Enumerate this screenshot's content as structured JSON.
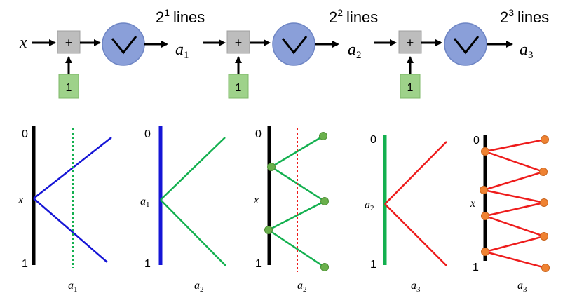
{
  "pipeline": {
    "input_label": "x",
    "stages": [
      {
        "plus": "+",
        "bias": "1",
        "output_var": "a",
        "output_sub": "1",
        "lines_base": "2",
        "lines_exp": "1",
        "lines_word": "lines"
      },
      {
        "plus": "+",
        "bias": "1",
        "output_var": "a",
        "output_sub": "2",
        "lines_base": "2",
        "lines_exp": "2",
        "lines_word": "lines"
      },
      {
        "plus": "+",
        "bias": "1",
        "output_var": "a",
        "output_sub": "3",
        "lines_base": "2",
        "lines_exp": "3",
        "lines_word": "lines"
      }
    ]
  },
  "colors": {
    "black": "#000000",
    "blue": "#1515d6",
    "green": "#13b04f",
    "red": "#ee1c1c",
    "plus_box": "#bdbdbd",
    "bias_box": "#9ed28a",
    "relu_circle": "#8a9fd9",
    "green_dot": "#6ab04c",
    "orange_dot": "#ef8232"
  },
  "panels": [
    {
      "top_label": "0",
      "bottom_label": "1",
      "point_label_var": "x",
      "point_label_sub": "",
      "x_label_var": "a",
      "x_label_sub": "1"
    },
    {
      "top_label": "0",
      "bottom_label": "1",
      "point_label_var": "a",
      "point_label_sub": "1",
      "x_label_var": "a",
      "x_label_sub": "2"
    },
    {
      "top_label": "0",
      "bottom_label": "1",
      "point_label_var": "x",
      "point_label_sub": "",
      "x_label_var": "a",
      "x_label_sub": "2"
    },
    {
      "top_label": "0",
      "bottom_label": "1",
      "point_label_var": "a",
      "point_label_sub": "2",
      "x_label_var": "a",
      "x_label_sub": "3"
    },
    {
      "top_label": "0",
      "bottom_label": "1",
      "point_label_var": "x",
      "point_label_sub": "",
      "x_label_var": "a",
      "x_label_sub": "3"
    }
  ]
}
